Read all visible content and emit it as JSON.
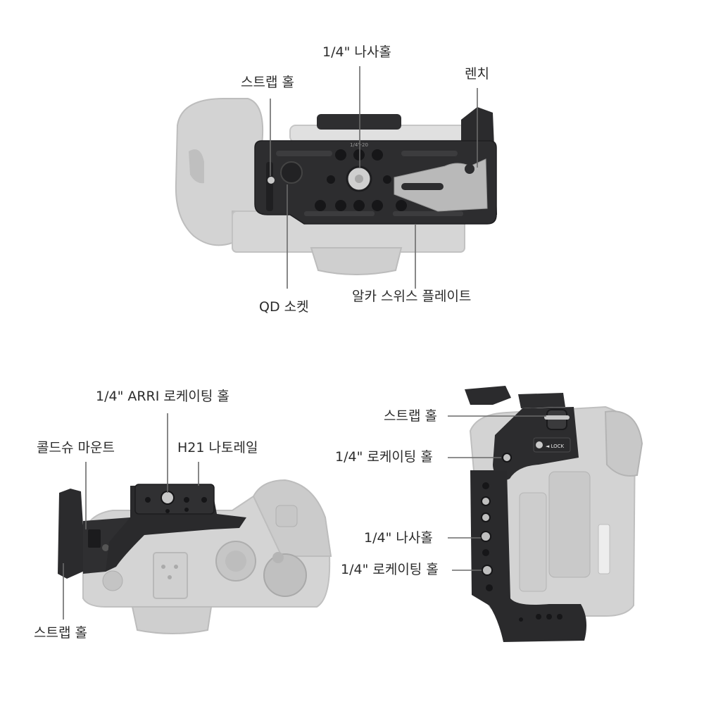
{
  "colors": {
    "background": "#ffffff",
    "camera_body": "#cfcfcf",
    "cage_metal": "#2b2b2d",
    "label_text": "#2b2b2b",
    "leader_line": "#6a6a6a"
  },
  "top_view": {
    "label_screw_hole": "1/4\" 나사홀",
    "label_strap_hole": "스트랩 홀",
    "label_wrench": "렌치",
    "label_qd_socket": "QD 소켓",
    "label_arca_plate": "알카 스위스 플레이트",
    "plate_engraving": "1/4\"-20",
    "icon": "camera-cage-top-view"
  },
  "side_view": {
    "label_arri_hole": "1/4\" ARRI 로케이팅 홀",
    "label_cold_shoe": "콜드슈 마운트",
    "label_h21_rail": "H21 나토레일",
    "label_strap_hole": "스트랩 홀",
    "icon": "camera-cage-side-view"
  },
  "front_view": {
    "label_strap_hole": "스트랩 홀",
    "label_locating_hole_1": "1/4\" 로케이팅 홀",
    "label_screw_hole": "1/4\" 나사홀",
    "label_locating_hole_2": "1/4\" 로케이팅 홀",
    "lock_text": "◄ LOCK",
    "icon": "camera-cage-front-view"
  }
}
